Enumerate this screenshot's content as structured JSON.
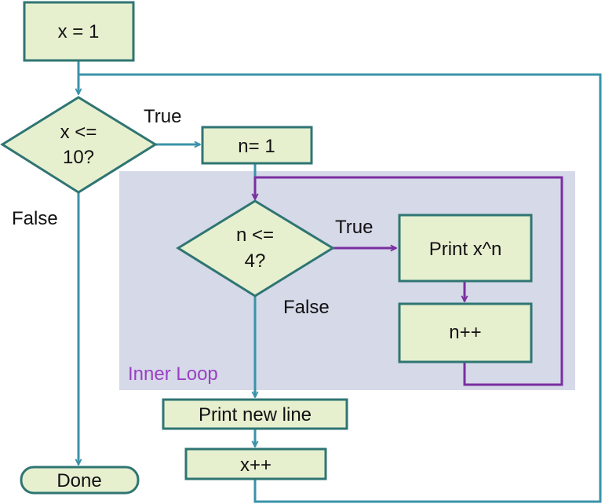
{
  "colors": {
    "node_fill": "#e6f0cf",
    "node_stroke": "#2f7573",
    "outer_loop": "#3a93aa",
    "inner_loop": "#7a2fa0",
    "inner_region_fill": "#d5d9e8",
    "text": "#111111"
  },
  "nodes": {
    "x_init": "x = 1",
    "outer_condition_line1": "x <=",
    "outer_condition_line2": "10?",
    "n_init": "n= 1",
    "inner_condition_line1": "n <=",
    "inner_condition_line2": "4?",
    "print_power": "Print x^n",
    "n_increment": "n++",
    "print_newline": "Print new line",
    "x_increment": "x++",
    "done": "Done"
  },
  "edge_labels": {
    "outer_true": "True",
    "outer_false": "False",
    "inner_true": "True",
    "inner_false": "False"
  },
  "regions": {
    "inner_loop": "Inner Loop"
  }
}
